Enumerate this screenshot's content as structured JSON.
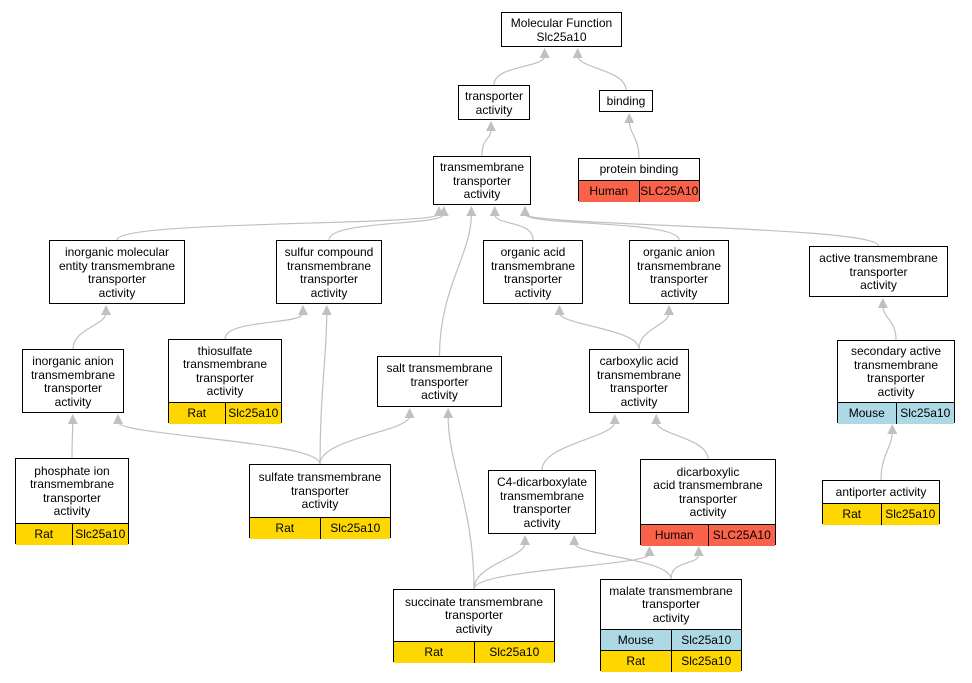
{
  "nodes": [
    {
      "id": "mf",
      "label": "Molecular Function\nSlc25a10",
      "annotations": []
    },
    {
      "id": "transporter",
      "label": "transporter\nactivity",
      "annotations": []
    },
    {
      "id": "binding",
      "label": "binding",
      "annotations": []
    },
    {
      "id": "tm",
      "label": "transmembrane\ntransporter\nactivity",
      "annotations": []
    },
    {
      "id": "protein_binding",
      "label": "protein binding",
      "annotations": [
        {
          "species": "Human",
          "gene": "SLC25A10"
        }
      ]
    },
    {
      "id": "inorg_mol",
      "label": "inorganic molecular\nentity transmembrane\ntransporter\nactivity",
      "annotations": []
    },
    {
      "id": "sulfur",
      "label": "sulfur compound\ntransmembrane\ntransporter\nactivity",
      "annotations": []
    },
    {
      "id": "org_acid",
      "label": "organic acid\ntransmembrane\ntransporter\nactivity",
      "annotations": []
    },
    {
      "id": "org_anion",
      "label": "organic anion\ntransmembrane\ntransporter\nactivity",
      "annotations": []
    },
    {
      "id": "active",
      "label": "active transmembrane\ntransporter\nactivity",
      "annotations": []
    },
    {
      "id": "inorg_anion",
      "label": "inorganic anion\ntransmembrane\ntransporter\nactivity",
      "annotations": []
    },
    {
      "id": "thiosulfate",
      "label": "thiosulfate\ntransmembrane\ntransporter\nactivity",
      "annotations": [
        {
          "species": "Rat",
          "gene": "Slc25a10"
        }
      ]
    },
    {
      "id": "salt",
      "label": "salt transmembrane\ntransporter\nactivity",
      "annotations": []
    },
    {
      "id": "carboxylic",
      "label": "carboxylic acid\ntransmembrane\ntransporter\nactivity",
      "annotations": []
    },
    {
      "id": "secondary",
      "label": "secondary active\ntransmembrane\ntransporter\nactivity",
      "annotations": [
        {
          "species": "Mouse",
          "gene": "Slc25a10"
        }
      ]
    },
    {
      "id": "phosphate",
      "label": "phosphate ion\ntransmembrane\ntransporter\nactivity",
      "annotations": [
        {
          "species": "Rat",
          "gene": "Slc25a10"
        }
      ]
    },
    {
      "id": "sulfate",
      "label": "sulfate transmembrane\ntransporter\nactivity",
      "annotations": [
        {
          "species": "Rat",
          "gene": "Slc25a10"
        }
      ]
    },
    {
      "id": "c4",
      "label": "C4-dicarboxylate\ntransmembrane\ntransporter\nactivity",
      "annotations": []
    },
    {
      "id": "dicarboxylic",
      "label": "dicarboxylic\nacid transmembrane\ntransporter\nactivity",
      "annotations": [
        {
          "species": "Human",
          "gene": "SLC25A10"
        }
      ]
    },
    {
      "id": "antiporter",
      "label": "antiporter activity",
      "annotations": [
        {
          "species": "Rat",
          "gene": "Slc25a10"
        }
      ]
    },
    {
      "id": "succinate",
      "label": "succinate transmembrane\ntransporter\nactivity",
      "annotations": [
        {
          "species": "Rat",
          "gene": "Slc25a10"
        }
      ]
    },
    {
      "id": "malate",
      "label": "malate transmembrane\ntransporter\nactivity",
      "annotations": [
        {
          "species": "Mouse",
          "gene": "Slc25a10"
        },
        {
          "species": "Rat",
          "gene": "Slc25a10"
        }
      ]
    }
  ],
  "edges": [
    {
      "from": "transporter",
      "to": "mf"
    },
    {
      "from": "binding",
      "to": "mf"
    },
    {
      "from": "tm",
      "to": "transporter"
    },
    {
      "from": "protein_binding",
      "to": "binding"
    },
    {
      "from": "inorg_mol",
      "to": "tm"
    },
    {
      "from": "sulfur",
      "to": "tm"
    },
    {
      "from": "salt",
      "to": "tm"
    },
    {
      "from": "org_acid",
      "to": "tm"
    },
    {
      "from": "org_anion",
      "to": "tm"
    },
    {
      "from": "active",
      "to": "tm"
    },
    {
      "from": "inorg_anion",
      "to": "inorg_mol"
    },
    {
      "from": "thiosulfate",
      "to": "sulfur"
    },
    {
      "from": "sulfate",
      "to": "sulfur"
    },
    {
      "from": "carboxylic",
      "to": "org_acid"
    },
    {
      "from": "carboxylic",
      "to": "org_anion"
    },
    {
      "from": "secondary",
      "to": "active"
    },
    {
      "from": "phosphate",
      "to": "inorg_anion"
    },
    {
      "from": "sulfate",
      "to": "inorg_anion"
    },
    {
      "from": "sulfate",
      "to": "salt"
    },
    {
      "from": "succinate",
      "to": "salt"
    },
    {
      "from": "c4",
      "to": "carboxylic"
    },
    {
      "from": "dicarboxylic",
      "to": "carboxylic"
    },
    {
      "from": "antiporter",
      "to": "secondary"
    },
    {
      "from": "succinate",
      "to": "c4"
    },
    {
      "from": "malate",
      "to": "c4"
    },
    {
      "from": "succinate",
      "to": "dicarboxylic"
    },
    {
      "from": "malate",
      "to": "dicarboxylic"
    }
  ],
  "colors": {
    "Rat": "#ffd700",
    "Mouse": "#add8e6",
    "Human": "#fa634a",
    "edge": "#c0c0c0"
  }
}
